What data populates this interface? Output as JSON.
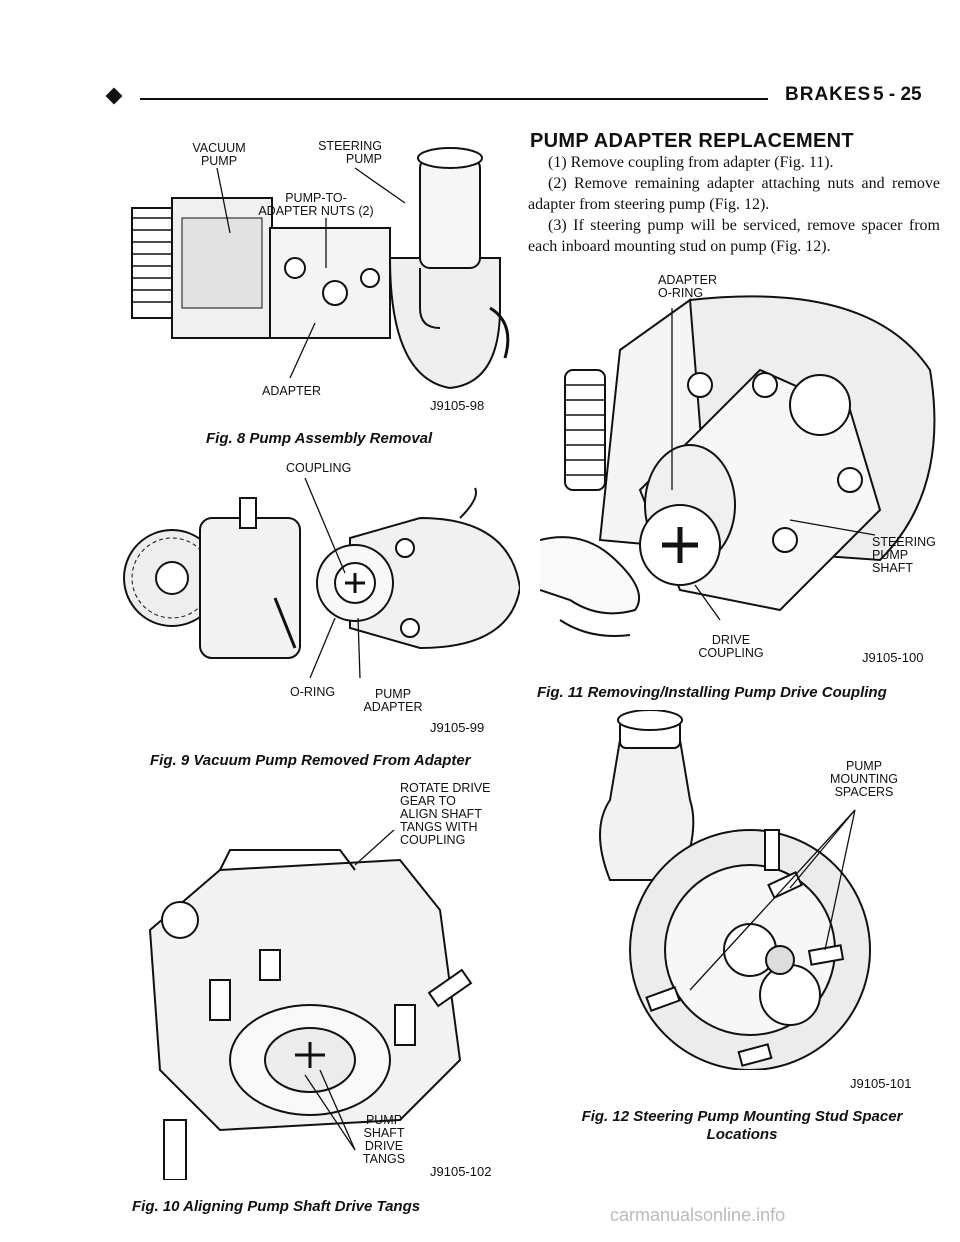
{
  "header": {
    "section": "BRAKES",
    "page": "5 - 25"
  },
  "figures": [
    {
      "id": "fig8",
      "number_code": "J9105-98",
      "caption": "Fig. 8 Pump Assembly Removal",
      "callouts": [
        "VACUUM PUMP",
        "STEERING PUMP",
        "PUMP-TO-ADAPTER NUTS (2)",
        "ADAPTER"
      ]
    },
    {
      "id": "fig9",
      "number_code": "J9105-99",
      "caption": "Fig. 9 Vacuum Pump Removed From Adapter",
      "callouts": [
        "COUPLING",
        "O-RING",
        "PUMP ADAPTER"
      ]
    },
    {
      "id": "fig10",
      "number_code": "J9105-102",
      "caption": "Fig. 10 Aligning Pump Shaft Drive Tangs",
      "callouts": [
        "ROTATE DRIVE GEAR TO ALIGN SHAFT TANGS WITH COUPLING",
        "PUMP SHAFT DRIVE TANGS"
      ]
    },
    {
      "id": "fig11",
      "number_code": "J9105-100",
      "caption": "Fig. 11 Removing/Installing Pump Drive Coupling",
      "callouts": [
        "ADAPTER O-RING",
        "STEERING PUMP SHAFT",
        "DRIVE COUPLING"
      ]
    },
    {
      "id": "fig12",
      "number_code": "J9105-101",
      "caption": "Fig. 12 Steering Pump Mounting Stud Spacer Locations",
      "callouts": [
        "PUMP MOUNTING SPACERS"
      ]
    }
  ],
  "section": {
    "title": "PUMP ADAPTER REPLACEMENT",
    "steps": [
      "(1) Remove coupling from adapter (Fig. 11).",
      "(2) Remove remaining adapter attaching nuts and remove adapter from steering pump (Fig. 12).",
      "(3) If steering pump will be serviced, remove spacer from each inboard mounting stud on pump (Fig. 12)."
    ]
  },
  "watermark": "carmanualsonline.info"
}
